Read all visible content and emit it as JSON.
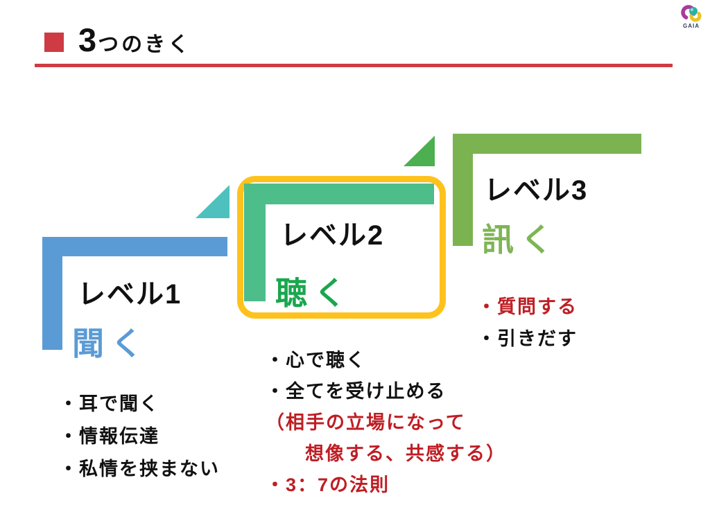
{
  "header": {
    "title_num": "3",
    "title_rest": "つのきく",
    "accent_color": "#CE3B43"
  },
  "logo": {
    "text": "GAIA"
  },
  "levels": [
    {
      "label": "レベル1",
      "keyword": "聞く",
      "keyword_color": "#5B9BD5",
      "shape_color": "#5B9BD5",
      "bullets": [
        {
          "text": "・耳で聞く",
          "color": "black"
        },
        {
          "text": "・情報伝達",
          "color": "black"
        },
        {
          "text": "・私情を挟まない",
          "color": "black"
        }
      ]
    },
    {
      "label": "レベル2",
      "keyword": "聴く",
      "keyword_color": "#1AA64E",
      "shape_color": "#4DBD8A",
      "highlight_border_color": "#FFC21D",
      "bullets": [
        {
          "text": "・心で聴く",
          "color": "black"
        },
        {
          "text": "・全てを受け止める",
          "color": "black"
        },
        {
          "text": "（相手の立場になって",
          "color": "red"
        },
        {
          "text": "想像する、共感する）",
          "color": "red",
          "indent": true
        },
        {
          "text": "・3：7の法則",
          "color": "red"
        }
      ]
    },
    {
      "label": "レベル3",
      "keyword": "訊く",
      "keyword_color": "#7EB554",
      "shape_color": "#7CB351",
      "bullets": [
        {
          "text": "・質問する",
          "color": "red"
        },
        {
          "text": "・引きだす",
          "color": "black"
        }
      ]
    }
  ],
  "decor_colors": {
    "triangle_between_1_2": "#4EC1BE",
    "triangle_between_2_3": "#4CAF50",
    "red_text": "#BE1E24"
  }
}
